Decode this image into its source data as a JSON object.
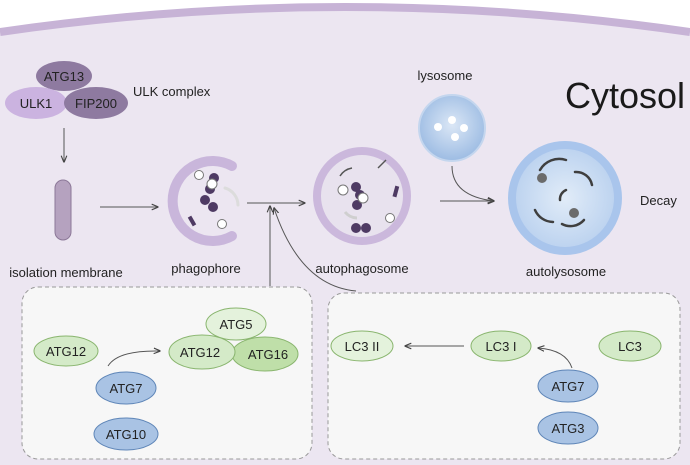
{
  "cytosol_label": "Cytosol",
  "ulk_complex": {
    "label": "ULK complex",
    "proteins": [
      "ATG13",
      "ULK1",
      "FIP200"
    ]
  },
  "stages": {
    "isolation_membrane": "isolation membrane",
    "phagophore": "phagophore",
    "autophagosome": "autophagosome",
    "lysosome": "lysosome",
    "autolysosome": "autolysosome",
    "decay": "Decay"
  },
  "atg12_conjugation": {
    "atg12": "ATG12",
    "atg7": "ATG7",
    "atg10": "ATG10",
    "product": [
      "ATG5",
      "ATG12",
      "ATG16"
    ]
  },
  "lc3_conjugation": {
    "lc3": "LC3",
    "lc3_i": "LC3 I",
    "lc3_ii": "LC3 II",
    "atg7": "ATG7",
    "atg3": "ATG3"
  },
  "colors": {
    "cytosol_bg": "#ece6f1",
    "cell_membrane": "#c7b3d6",
    "ulk_dark": "#8e7aa0",
    "ulk_light": "#cbb3e0",
    "green_fill": "#d4eac8",
    "green_stroke": "#89b56e",
    "blue_fill": "#a9c3e4",
    "blue_stroke": "#5f86b8",
    "lysosome": "#a8c5ea",
    "cargo": "#4e3a63"
  }
}
